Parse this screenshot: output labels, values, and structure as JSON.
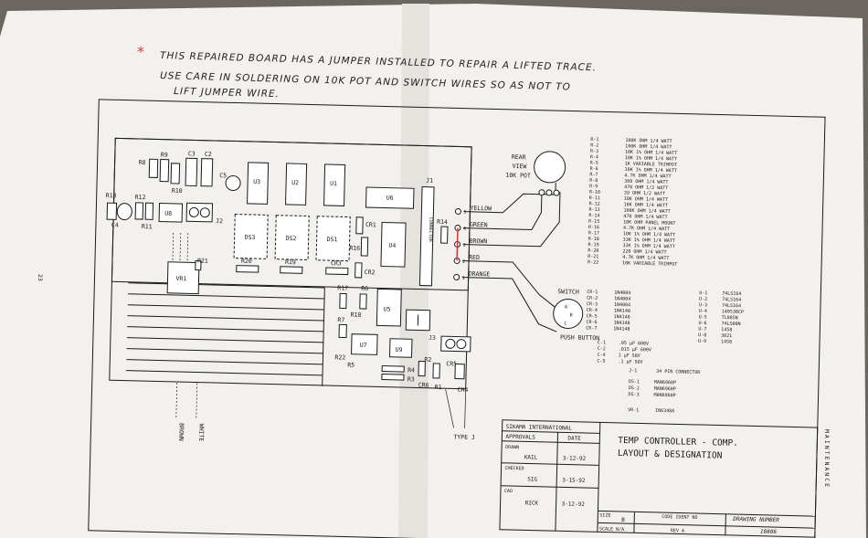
{
  "note": {
    "star": "*",
    "lines": [
      "THIS REPAIRED BOARD HAS A JUMPER INSTALLED TO REPAIR A LIFTED TRACE.",
      "USE CARE IN SOLDERING ON 10K POT AND SWITCH WIRES SO AS NOT TO",
      "LIFT JUMPER WIRE."
    ]
  },
  "page_number": "23",
  "side_label": "MAINTENANCE",
  "board_labels": {
    "R8": "R8",
    "R9": "R9",
    "C3": "C3",
    "C2": "C2",
    "R10": "R10",
    "C5": "C5",
    "U3": "U3",
    "U2": "U2",
    "U1": "U1",
    "U6": "U6",
    "J1": "J1",
    "R13": "R13",
    "R12": "R12",
    "C4": "C4",
    "R11": "R11",
    "U8": "U8",
    "J2": "J2",
    "DS3": "DS3",
    "DS2": "DS2",
    "DS1": "DS1",
    "CR1": "CR1",
    "R14": "R14",
    "R16": "R16",
    "U4": "U4",
    "R21": "R21",
    "VR1": "VR1",
    "R20": "R20",
    "R19": "R19",
    "CR3": "CR3",
    "CR2": "CR2",
    "R17": "R17",
    "R6": "R6",
    "R18": "R18",
    "U5": "U5",
    "R7": "R7",
    "J3": "J3",
    "U7": "U7",
    "U9": "U9",
    "R22": "R22",
    "R5": "R5",
    "R4": "R4",
    "R3": "R3",
    "R2": "R2",
    "CR5": "CR5",
    "CR6": "CR6",
    "R1": "R1",
    "CH4": "CH4",
    "connector": "CONNECTOR"
  },
  "pins": [
    "5",
    "4",
    "3",
    "2",
    "1"
  ],
  "wires": [
    "YELLOW",
    "GREEN",
    "BROWN",
    "RED",
    "ORANGE"
  ],
  "pot_label": [
    "REAR",
    "VIEW",
    "10K POT"
  ],
  "switch_label": "SWITCH",
  "switch_pins": [
    "A",
    "B",
    "C"
  ],
  "push_button": "PUSH BUTTON",
  "bottom_wires": [
    "BROWN",
    "WHITE"
  ],
  "type_j": "TYPE J",
  "parts_left": [
    [
      "R-1",
      "100K OHM 1/4 WATT"
    ],
    [
      "R-2",
      "100K OHM 1/4 WATT"
    ],
    [
      "R-3",
      "10K 1% OHM 1/4 WATT"
    ],
    [
      "R-4",
      "10K 1% OHM 1/4 WATT"
    ],
    [
      "R-5",
      "1K VARIABLE TRIMPOT"
    ],
    [
      "R-6",
      "10K 1% OHM 1/4 WATT"
    ],
    [
      "R-7",
      "4.7K OHM 1/4 WATT"
    ],
    [
      "R-8",
      "360 OHM 1/4 WATT"
    ],
    [
      "R-9",
      "470 OHM 1/2 WATT"
    ],
    [
      "R-10",
      "39 OHM 1/2 WATT"
    ],
    [
      "R-11",
      "10K OHM 1/4 WATT"
    ],
    [
      "R-12",
      "10K OHM 1/4 WATT"
    ],
    [
      "R-13",
      "100K OHM 1/4 WATT"
    ],
    [
      "R-14",
      "470 OHM 1/4 WATT"
    ],
    [
      "R-15",
      "10K OHM PANEL MOUNT"
    ],
    [
      "R-16",
      "4.7K OHM 1/4 WATT"
    ],
    [
      "R-17",
      "10K 1% OHM 1/4 WATT"
    ],
    [
      "R-18",
      "33K 1% OHM 1/4 WATT"
    ],
    [
      "R-19",
      "33K 1% OHM 1/4 WATT"
    ],
    [
      "R-20",
      "220 OHM 1/4 WATT"
    ],
    [
      "R-21",
      "4.7K OHM 1/4 WATT"
    ],
    [
      "R-22",
      "10K VARIABLE TRIMPOT"
    ]
  ],
  "parts_cr": [
    [
      "CR-1",
      "1N4004"
    ],
    [
      "CR-2",
      "1N4004"
    ],
    [
      "CR-3",
      "1N4004"
    ],
    [
      "CR-4",
      "1N4148"
    ],
    [
      "CR-5",
      "1N4148"
    ],
    [
      "CR-6",
      "1N4148"
    ],
    [
      "CR-7",
      "1N4148"
    ]
  ],
  "parts_u": [
    [
      "U-1",
      "74LS164"
    ],
    [
      "U-2",
      "74LS164"
    ],
    [
      "U-3",
      "74LS164"
    ],
    [
      "U-4",
      "14053BCP"
    ],
    [
      "U-5",
      "TL085N"
    ],
    [
      "U-6",
      "74LS00N"
    ],
    [
      "U-7",
      "1458"
    ],
    [
      "U-8",
      "3021"
    ],
    [
      "U-9",
      "1458"
    ]
  ],
  "parts_c": [
    [
      "C-1",
      ".05 µF 600V"
    ],
    [
      "C-2",
      ".015 µF 600V"
    ],
    [
      "C-4",
      "1 µF 50V"
    ],
    [
      "C-5",
      ".1 µF 50V"
    ]
  ],
  "part_j1": [
    "J-1",
    "34 PIN CONNECTOR"
  ],
  "parts_ds": [
    [
      "DS-1",
      "MAN6960P"
    ],
    [
      "DS-2",
      "MAN6960P"
    ],
    [
      "DS-3",
      "MAN6960P"
    ]
  ],
  "part_vr1": [
    "VR-1",
    "IN6348A"
  ],
  "title_block": {
    "company": "SIKAMA INTERNATIONAL",
    "approvals": "APPROVALS",
    "date_hdr": "DATE",
    "drawn": "DRAWN",
    "drawn_by": "KAIL",
    "drawn_date": "3-12-92",
    "checked": "CHECKED",
    "checked_by": "SIG",
    "checked_date": "3-15-92",
    "cad": "CAD",
    "cad_by": "RICK",
    "cad_date": "3-12-92",
    "title1": "TEMP CONTROLLER - COMP.",
    "title2": "LAYOUT & DESIGNATION",
    "size_hdr": "SIZE",
    "size": "B",
    "code_hdr": "CODE IDENT NO",
    "drawing_hdr": "DRAWING NUMBER",
    "drawing_no": "10806",
    "scale": "SCALE N/A",
    "rev": "REV A"
  }
}
